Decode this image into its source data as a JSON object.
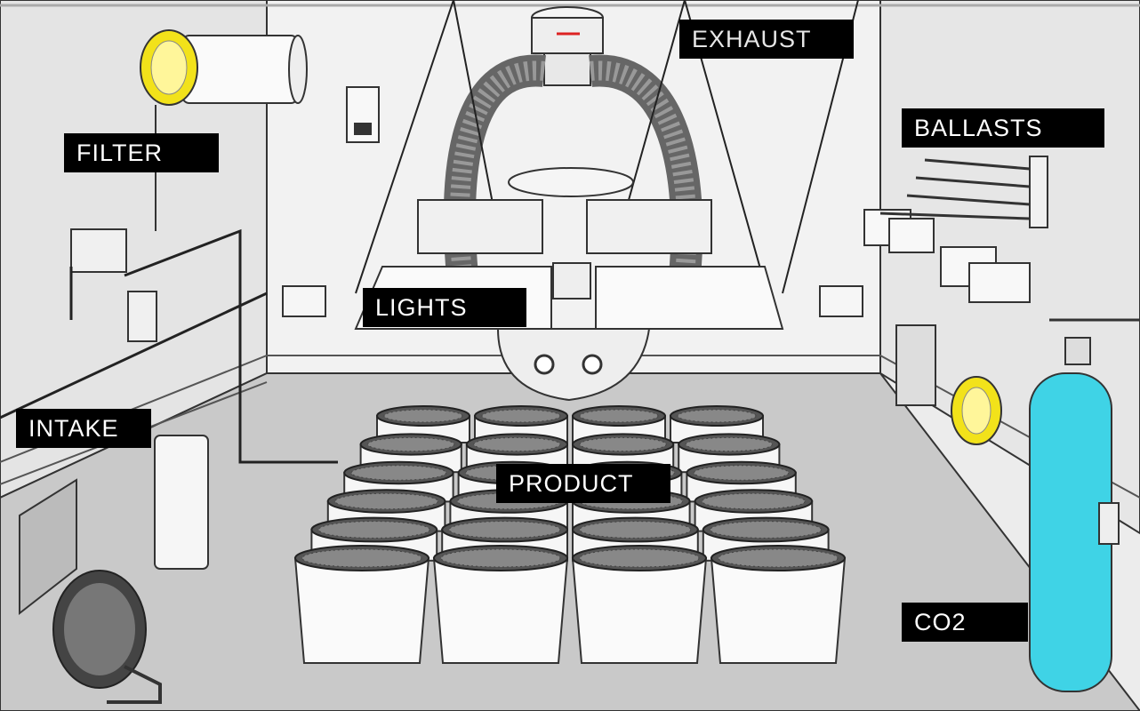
{
  "labels": {
    "exhaust": "EXHAUST",
    "filter": "FILTER",
    "ballasts": "BALLASTS",
    "lights": "LIGHTS",
    "intake": "INTAKE",
    "product": "PRODUCT",
    "co2": "CO2"
  },
  "colors": {
    "wall": "#ececec",
    "floor": "#c9c9c9",
    "line": "#222222",
    "fan_yellow": "#f2e21a",
    "co2_cyan": "#3fd3e6",
    "label_bg": "#000000",
    "label_text": "#ffffff"
  }
}
